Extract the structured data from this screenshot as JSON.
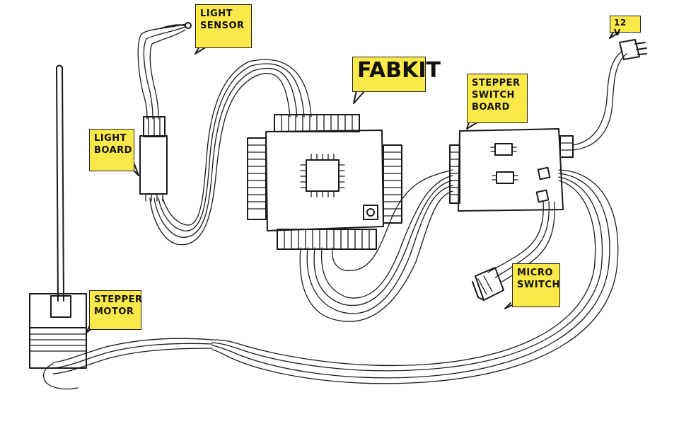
{
  "labels": {
    "light_sensor": "LIGHT\nSENSOR",
    "light_board": "LIGHT\nBOARD",
    "fabkit": "FABKIT",
    "stepper_switch_board": "STEPPER\nSWITCH\nBOARD",
    "supply": "12 V",
    "micro_switch": "MICRO\nSWITCH",
    "stepper_motor": "STEPPER\nMOTOR"
  },
  "colors": {
    "label_fill": "#fbe94a",
    "ink": "#1a1a1a",
    "background": "#ffffff"
  },
  "icons": [
    "sensor-probe-icon",
    "chip-icon",
    "reset-button-icon",
    "dc-plug-icon",
    "micro-switch-icon",
    "stepper-motor-icon"
  ]
}
